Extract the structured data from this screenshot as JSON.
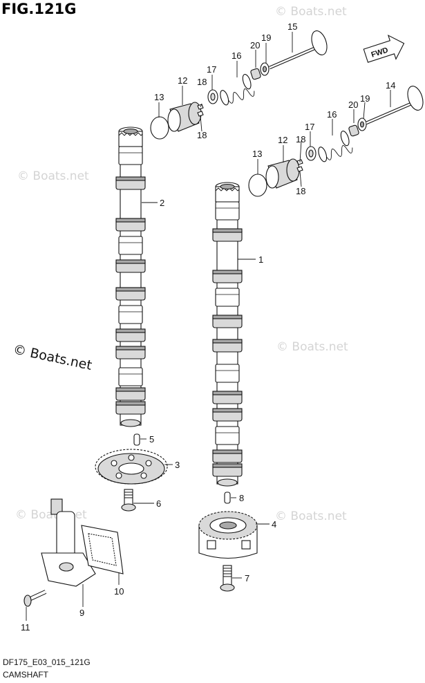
{
  "figure_title": "FIG.121G",
  "footer": {
    "code": "DF175_E03_015_121G",
    "caption": "CAMSHAFT"
  },
  "fwd_label": "FWD",
  "watermarks": {
    "faint": "© Boats.net",
    "prominent": "© Boats.net"
  },
  "callouts": {
    "c1": "1",
    "c2": "2",
    "c3": "3",
    "c4": "4",
    "c5": "5",
    "c6": "6",
    "c7": "7",
    "c8": "8",
    "c9": "9",
    "c10": "10",
    "c11": "11",
    "c12a": "12",
    "c12b": "12",
    "c13a": "13",
    "c13b": "13",
    "c14": "14",
    "c15": "15",
    "c16a": "16",
    "c16b": "16",
    "c17a": "17",
    "c17b": "17",
    "c18a": "18",
    "c18b": "18",
    "c18c": "18",
    "c18d": "18",
    "c19a": "19",
    "c19b": "19",
    "c20a": "20",
    "c20b": "20"
  }
}
